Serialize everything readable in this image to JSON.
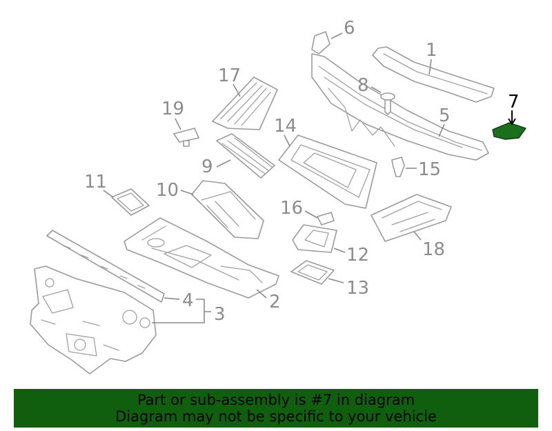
{
  "diagram": {
    "callouts": {
      "c1": "1",
      "c2": "2",
      "c3": "3",
      "c4": "4",
      "c5": "5",
      "c6": "6",
      "c7": "7",
      "c8": "8",
      "c9": "9",
      "c10": "10",
      "c11": "11",
      "c12": "12",
      "c13": "13",
      "c14": "14",
      "c15": "15",
      "c16": "16",
      "c17": "17",
      "c18": "18",
      "c19": "19"
    },
    "highlight_part": "7",
    "highlight_color": "#1b6e1b"
  },
  "banner": {
    "line1": "Part or sub-assembly is #7 in diagram",
    "line2": "Diagram may not be specific to your vehicle",
    "background": "#0f5f0f"
  }
}
